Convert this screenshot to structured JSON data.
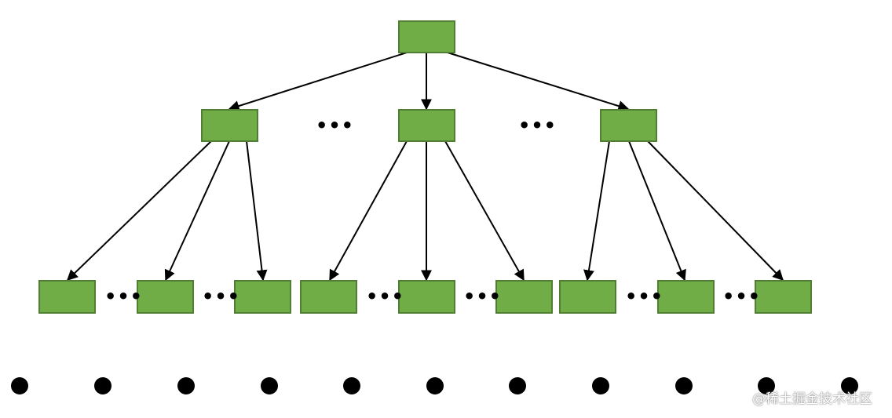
{
  "diagram": {
    "type": "tree",
    "node_fill": "#70ad47",
    "node_stroke": "#507e32",
    "edge_color": "#000000",
    "levels": [
      {
        "level": 1,
        "visible_nodes": 1
      },
      {
        "level": 2,
        "visible_nodes": 3
      },
      {
        "level": 3,
        "visible_nodes": 9
      }
    ],
    "ellipsis": "•••",
    "dot_color": "#000000"
  },
  "watermark": "@稀土掘金技术社区"
}
